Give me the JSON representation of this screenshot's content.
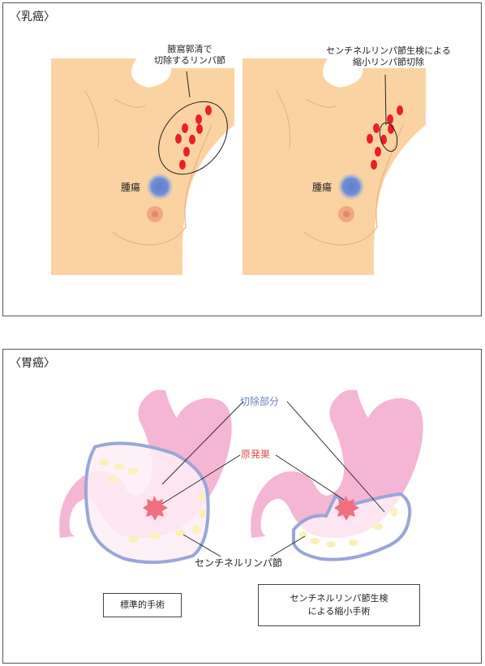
{
  "breast": {
    "title": "〈乳癌〉",
    "left_caption_line1": "腋窩郭清で",
    "left_caption_line2": "切除するリンパ節",
    "right_caption_line1": "センチネルリンパ節生検による",
    "right_caption_line2": "縮小リンパ節切除",
    "tumor_label": "腫瘍"
  },
  "gastric": {
    "title": "〈胃癌〉",
    "resection_label": "切除部分",
    "primary_label": "原発巣",
    "sentinel_label": "センチネルリンパ節",
    "standard_box": "標準的手術",
    "reduced_box_line1": "センチネルリンパ節生検",
    "reduced_box_line2": "による縮小手術"
  },
  "colors": {
    "skin": "#fbd3a3",
    "skin_line": "#e9b383",
    "node_red": "#e8202a",
    "tumor_blue": "#5f7fd0",
    "stomach_pink": "#f4b6d4",
    "resection_outline": "#9aa6d8",
    "lymph_yellow": "#fbf0b8",
    "primary_red": "#f07080"
  }
}
